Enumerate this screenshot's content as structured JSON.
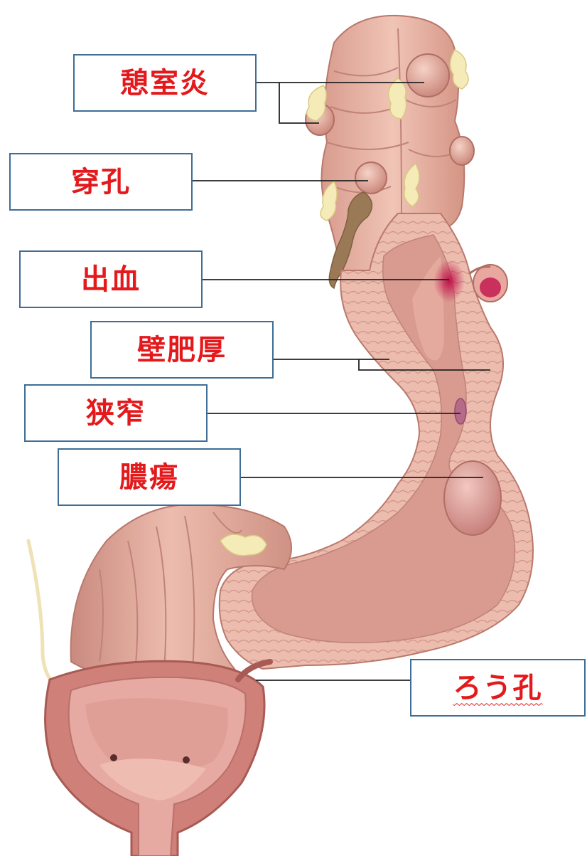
{
  "labels": {
    "diverticulitis": "憩室炎",
    "perforation": "穿孔",
    "bleeding": "出血",
    "wall_thickening": "壁肥厚",
    "stenosis": "狭窄",
    "abscess": "膿瘍",
    "fistula": "ろう孔"
  },
  "colors": {
    "label_text": "#e3191c",
    "box_border": "#3f6d95",
    "leader_line": "#222222",
    "tissue": "#e8b4a6",
    "tissue_dark": "#c98a7e",
    "tissue_inner": "#f0c8bc",
    "lumen": "#d99a90",
    "fat": "#f5ebb8",
    "blood": "#c0124a",
    "stool": "#9a7a56",
    "bladder": "#cf8078"
  }
}
